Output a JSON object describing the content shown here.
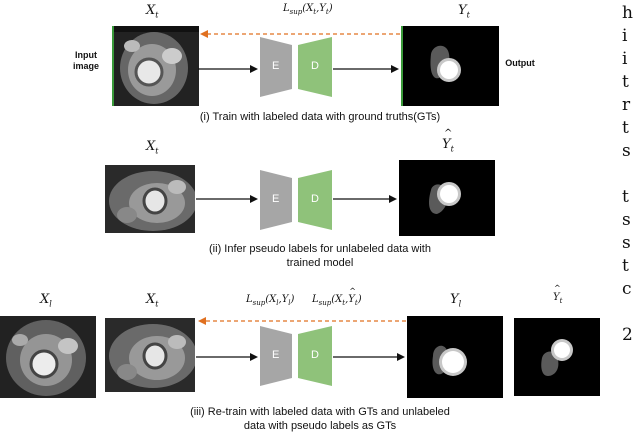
{
  "panel1": {
    "x_label": "X_t",
    "loss_label": "L_{sup}(X_t,Y_t)",
    "y_label": "Y_t",
    "input_label_line1": "Input",
    "input_label_line2": "image",
    "output_label": "Output",
    "encoder": "E",
    "decoder": "D",
    "caption": "(i) Train with labeled data with ground truths(GTs)"
  },
  "panel2": {
    "x_label": "X_t",
    "y_label": "Ŷ_t",
    "encoder": "E",
    "decoder": "D",
    "caption_line1": "(ii) Infer pseudo labels for unlabeled data with",
    "caption_line2": "trained model"
  },
  "panel3": {
    "x_label_left": "X_l",
    "x_label": "X_t",
    "loss_label_1": "L_{sup}(X_l,Y_l)",
    "loss_label_2": "L_{sup}(X_t,Ŷ_t)",
    "y_label": "Y_l",
    "y_hat_label": "Ŷ_t",
    "encoder": "E",
    "decoder": "D",
    "caption_line1": "(iii) Re-train with labeled data with GTs and unlabeled",
    "caption_line2": "data with pseudo labels as GTs"
  },
  "right_text": {
    "lines": [
      "h",
      "i",
      "i",
      "t",
      "r",
      "t",
      "s",
      "",
      "t",
      "s",
      "s",
      "t",
      "c",
      "",
      "2"
    ]
  },
  "colors": {
    "encoder_gray": "#a6a6a6",
    "decoder_green": "#8fc27a",
    "arrow_orange": "#e07020",
    "input_border": "#3a9a3a"
  }
}
